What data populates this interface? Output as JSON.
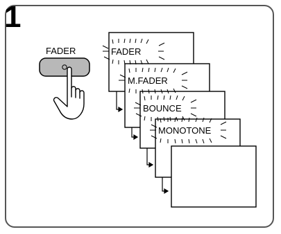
{
  "step_number": "1",
  "button": {
    "label": "FADER"
  },
  "screens": [
    {
      "label": "FADER"
    },
    {
      "label": "M.FADER"
    },
    {
      "label": "BOUNCE"
    },
    {
      "label": "MONOTONE"
    },
    {
      "label": ""
    }
  ],
  "colors": {
    "line": "#000000",
    "border": "#555555",
    "button_fill": "#b8b8b8"
  }
}
